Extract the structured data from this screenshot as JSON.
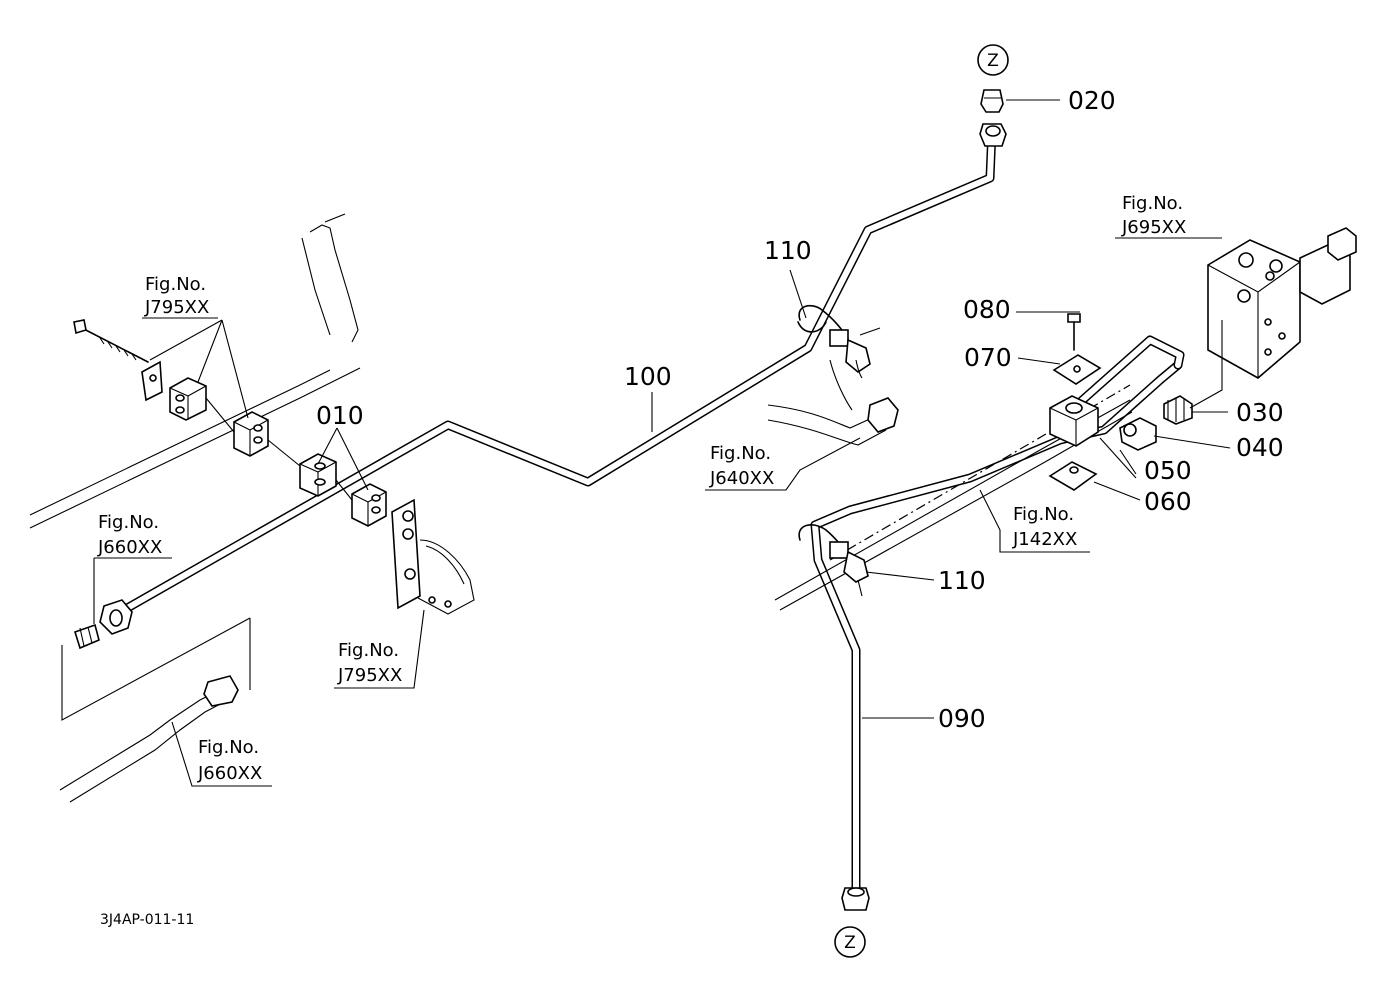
{
  "diagram_code": "3J4AP-011-11",
  "part_numbers": {
    "p010": "010",
    "p020": "020",
    "p030": "030",
    "p040": "040",
    "p050": "050",
    "p060": "060",
    "p070": "070",
    "p080": "080",
    "p090": "090",
    "p100": "100",
    "p110_top": "110",
    "p110_bottom": "110"
  },
  "connector_label": "Z",
  "fig_prefix": "Fig.No.",
  "figure_refs": {
    "j795_top": "J795XX",
    "j795_bottom": "J795XX",
    "j660_left": "J660XX",
    "j660_bottom": "J660XX",
    "j640": "J640XX",
    "j695": "J695XX",
    "j142": "J142XX"
  }
}
